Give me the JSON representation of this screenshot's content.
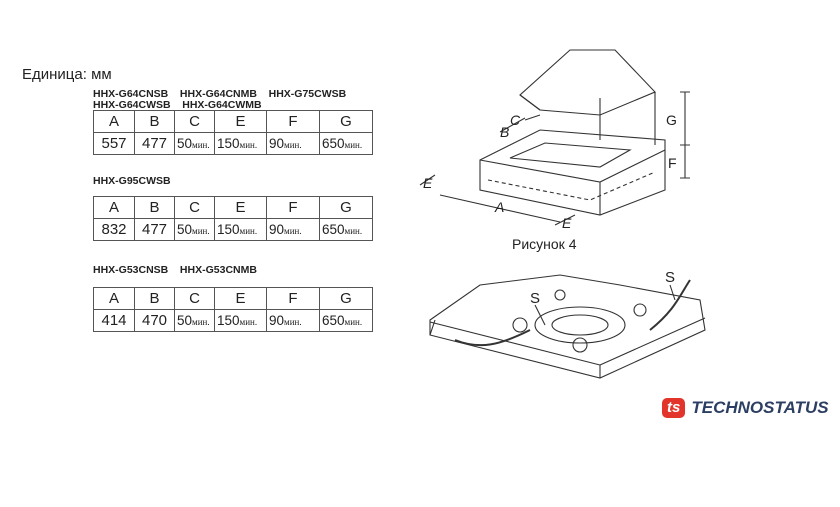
{
  "unit_label": "Единица: мм",
  "headers": [
    "A",
    "B",
    "C",
    "E",
    "F",
    "G"
  ],
  "min_label": "мин.",
  "tables": [
    {
      "models_line1": "HHX-G64CNSB    HHX-G64CNMB    HHX-G75CWSB",
      "models_line2": "HHX-G64CWSB    HHX-G64CWMB",
      "values": [
        "557",
        "477",
        "50",
        "150",
        "90",
        "650"
      ]
    },
    {
      "models_line1": "HHX-G95CWSB",
      "models_line2": "",
      "values": [
        "832",
        "477",
        "50",
        "150",
        "90",
        "650"
      ]
    },
    {
      "models_line1": "HHX-G53CNSB    HHX-G53CNMB",
      "models_line2": "",
      "values": [
        "414",
        "470",
        "50",
        "150",
        "90",
        "650"
      ]
    }
  ],
  "figure": {
    "caption": "Рисунок 4",
    "labels": {
      "a": "A",
      "b": "B",
      "c": "C",
      "e": "E",
      "f": "F",
      "g": "G",
      "s": "S"
    }
  },
  "logo": {
    "mark": "ts",
    "name": "TECHNOSTATUS"
  }
}
